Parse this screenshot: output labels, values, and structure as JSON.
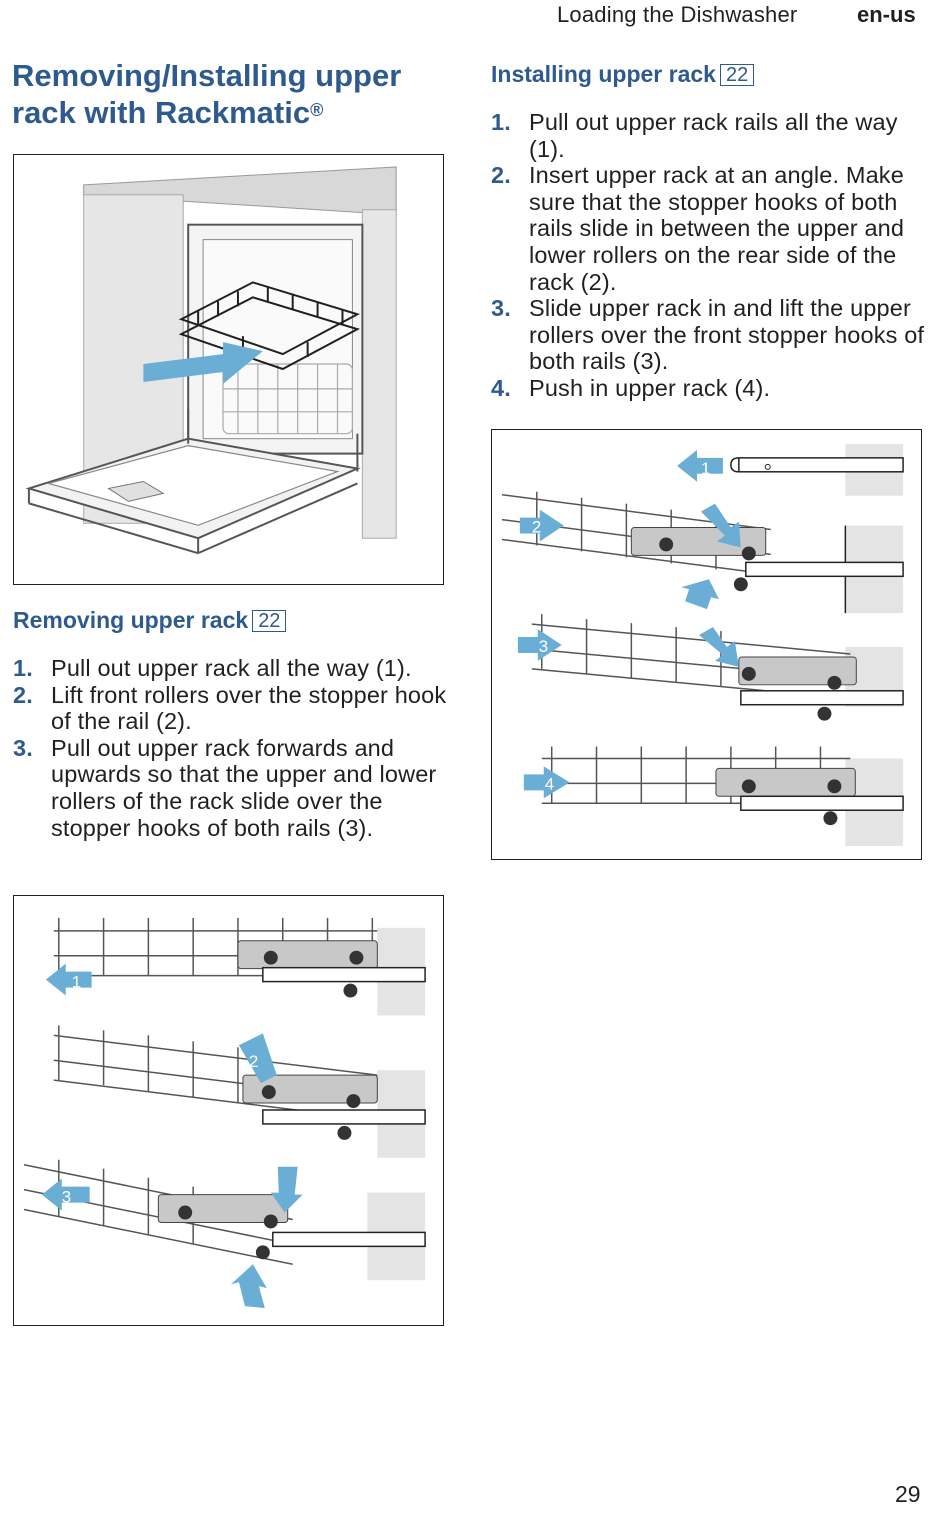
{
  "header": {
    "section": "Loading the Dishwasher",
    "language": "en-us"
  },
  "title": {
    "main": "Removing/Installing upper rack with Rackmatic",
    "mark": "®"
  },
  "removing": {
    "heading": "Removing upper rack",
    "ref": "22",
    "steps": [
      {
        "num": "1.",
        "text": "Pull out upper rack all the way (1)."
      },
      {
        "num": "2.",
        "text": "Lift front rollers over the stopper hook of the rail (2)."
      },
      {
        "num": "3.",
        "text": "Pull out upper rack forwards and upwards so that the upper and lower rollers of the rack slide over the stopper hooks of both rails (3)."
      }
    ]
  },
  "installing": {
    "heading": "Installing upper rack",
    "ref": "22",
    "steps": [
      {
        "num": "1.",
        "text": "Pull out upper rack rails all the way (1)."
      },
      {
        "num": "2.",
        "text": "Insert upper rack at an angle. Make sure that the stopper hooks of both rails slide in between the upper and lower rollers on the rear side of the rack (2)."
      },
      {
        "num": "3.",
        "text": "Slide upper rack in and lift the upper rollers over the front stopper hooks of both rails (3)."
      },
      {
        "num": "4.",
        "text": "Push in upper rack (4)."
      }
    ]
  },
  "figure_labels": {
    "removing": [
      "1",
      "2",
      "3"
    ],
    "installing": [
      "1",
      "2",
      "3",
      "4"
    ]
  },
  "colors": {
    "heading_blue": "#2f5a8f",
    "arrow_blue": "#6aaed6",
    "text": "#231f20"
  },
  "page_number": "29"
}
